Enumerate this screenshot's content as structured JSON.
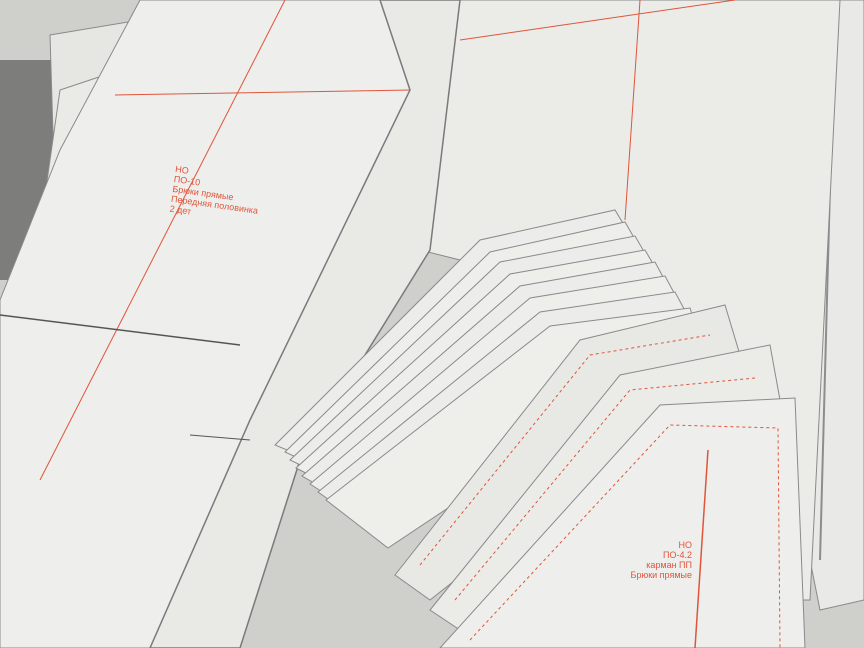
{
  "photo": {
    "background_color": "#cfd0cc",
    "paper_color": "#eeeeec",
    "marking_color": "#e0553a"
  },
  "label_upper": {
    "line1": "НО",
    "line2": "ПО-10",
    "line3": "Брюки прямые",
    "line4": "Передняя половинка",
    "line5": "2 дет"
  },
  "label_lower": {
    "line1": "НО",
    "line2": "ПО-4.2",
    "line3": "карман ПП",
    "line4": "Брюки прямые"
  }
}
